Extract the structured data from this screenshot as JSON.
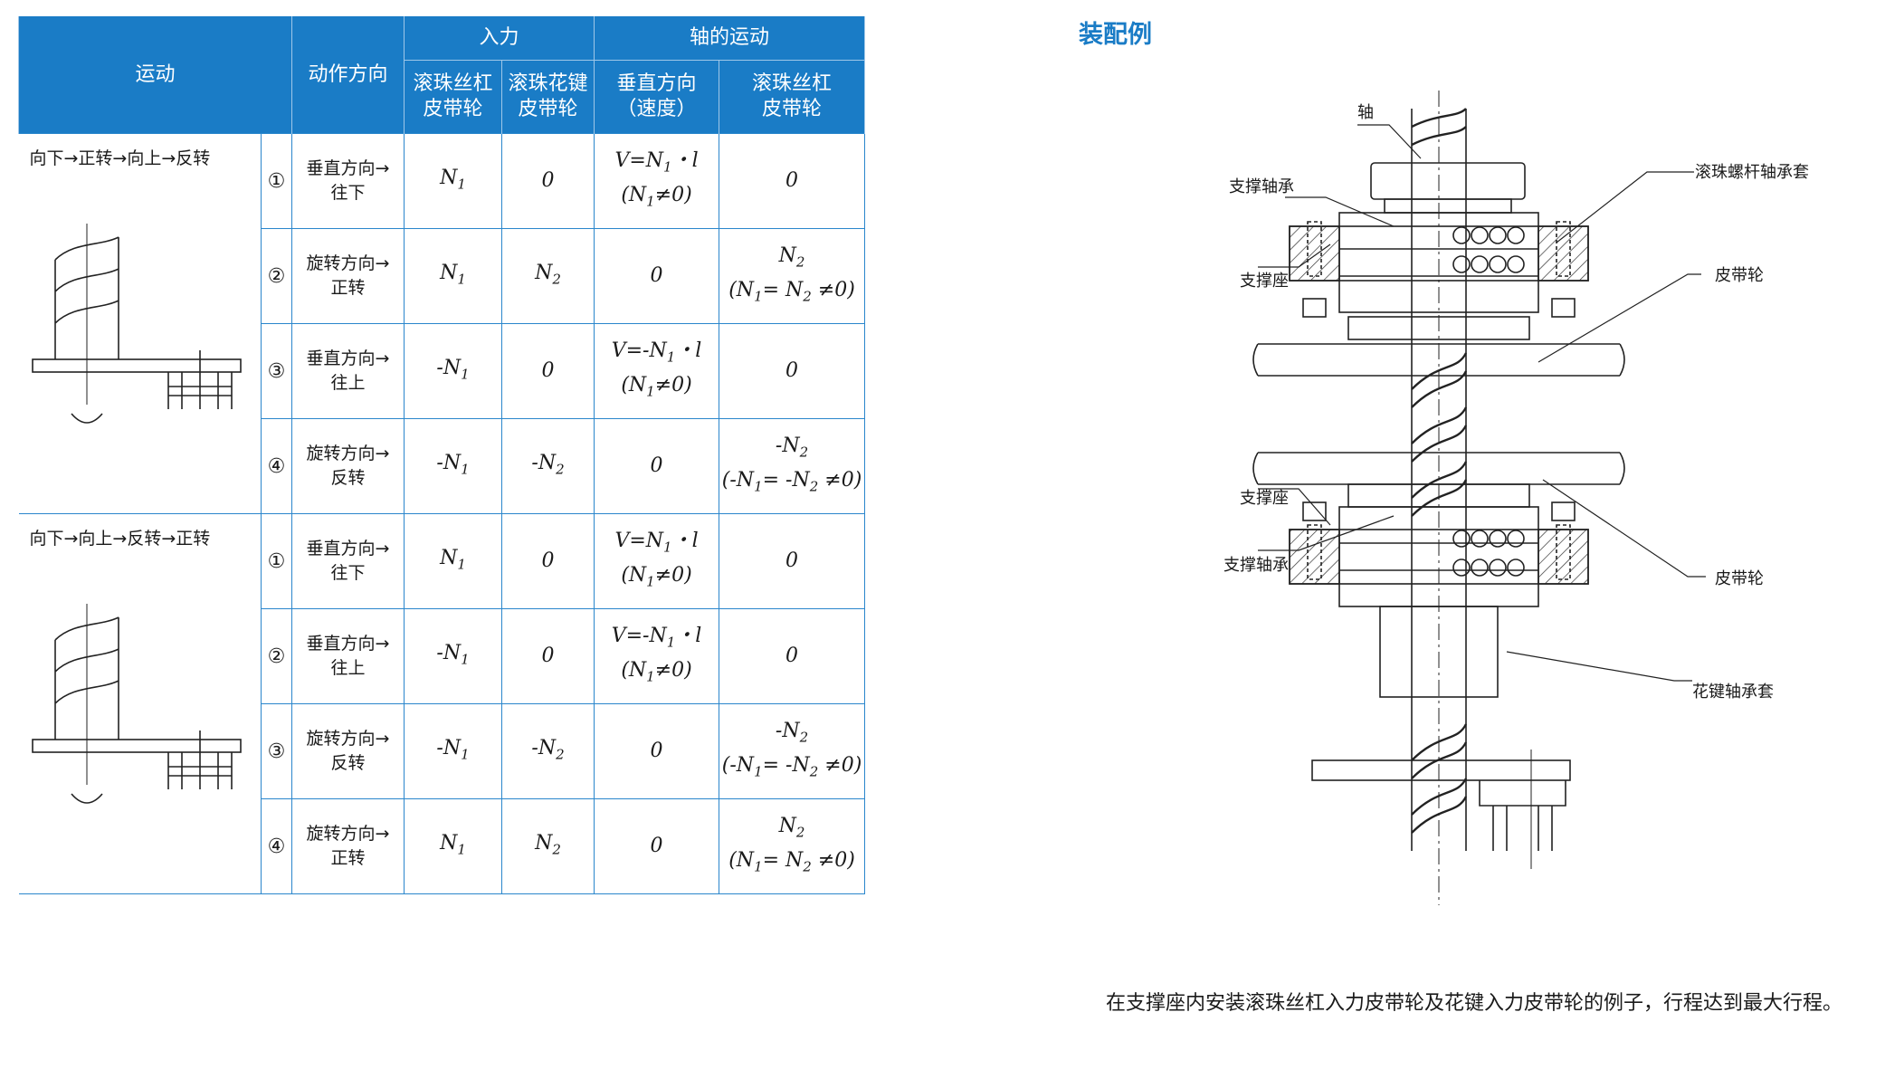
{
  "table": {
    "headers": {
      "motion": "运动",
      "direction": "动作方向",
      "input": "入力",
      "axis_motion": "轴的运动",
      "ballscrew_pulley": "滚珠丝杠皮带轮",
      "spline_pulley": "滚珠花键皮带轮",
      "vertical_speed": "垂直方向（速度）",
      "axis_ballscrew_pulley": "滚珠丝杠皮带轮"
    },
    "sequences": [
      {
        "title": "向下→正转→向上→反转",
        "rows": [
          {
            "idx": "①",
            "dir": "垂直方向→往下",
            "n1": "N1",
            "n2": "0",
            "v": "V=N1・l",
            "vc": "(N1≠0)",
            "r": "0",
            "rc": ""
          },
          {
            "idx": "②",
            "dir": "旋转方向→正转",
            "n1": "N1",
            "n2": "N2",
            "v": "0",
            "vc": "",
            "r": "N2",
            "rc": "(N1= N2 ≠0)"
          },
          {
            "idx": "③",
            "dir": "垂直方向→往上",
            "n1": "-N1",
            "n2": "0",
            "v": "V=-N1・l",
            "vc": "(N1≠0)",
            "r": "0",
            "rc": ""
          },
          {
            "idx": "④",
            "dir": "旋转方向→反转",
            "n1": "-N1",
            "n2": "-N2",
            "v": "0",
            "vc": "",
            "r": "-N2",
            "rc": "(-N1= -N2 ≠0)"
          }
        ]
      },
      {
        "title": "向下→向上→反转→正转",
        "rows": [
          {
            "idx": "①",
            "dir": "垂直方向→往下",
            "n1": "N1",
            "n2": "0",
            "v": "V=N1・l",
            "vc": "(N1≠0)",
            "r": "0",
            "rc": ""
          },
          {
            "idx": "②",
            "dir": "垂直方向→往上",
            "n1": "-N1",
            "n2": "0",
            "v": "V=-N1・l",
            "vc": "(N1≠0)",
            "r": "0",
            "rc": ""
          },
          {
            "idx": "③",
            "dir": "旋转方向→反转",
            "n1": "-N1",
            "n2": "-N2",
            "v": "0",
            "vc": "",
            "r": "-N2",
            "rc": "(-N1= -N2 ≠0)"
          },
          {
            "idx": "④",
            "dir": "旋转方向→正转",
            "n1": "N1",
            "n2": "N2",
            "v": "0",
            "vc": "",
            "r": "N2",
            "rc": "(N1= N2 ≠0)"
          }
        ]
      }
    ]
  },
  "figure": {
    "title": "装配例",
    "labels": {
      "shaft": "轴",
      "support_bearing_top": "支撑轴承",
      "support_seat_top": "支撑座",
      "ballscrew_housing": "滚珠螺杆轴承套",
      "pulley_top": "皮带轮",
      "support_seat_bottom": "支撑座",
      "support_bearing_bottom": "支撑轴承",
      "pulley_bottom": "皮带轮",
      "spline_housing": "花键轴承套"
    },
    "caption": "在支撑座内安装滚珠丝杠入力皮带轮及花键入力皮带轮的例子，行程达到最大行程。"
  },
  "colors": {
    "accent": "#1a7cc6",
    "line": "#2a86cc"
  }
}
